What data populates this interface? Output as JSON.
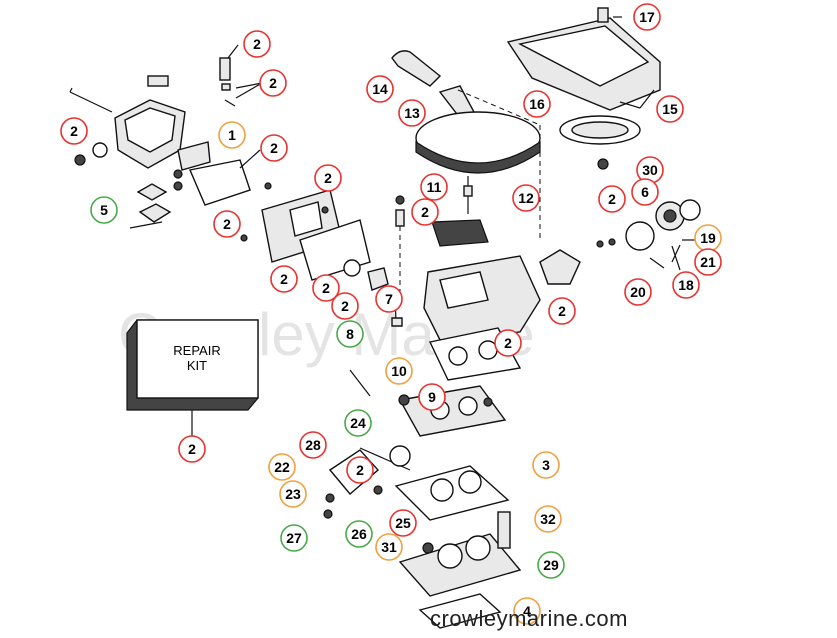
{
  "watermark": "Crowley Marine",
  "site_url": "crowleymarine.com",
  "repair_kit": {
    "line1": "REPAIR",
    "line2": "KIT"
  },
  "ring_colors": {
    "red": "#e8322f",
    "orange": "#f0a040",
    "green": "#4aa84a"
  },
  "callouts": [
    {
      "num": "2",
      "ring": "red"
    },
    {
      "num": "2",
      "ring": "red"
    },
    {
      "num": "2",
      "ring": "red"
    },
    {
      "num": "1",
      "ring": "orange"
    },
    {
      "num": "2",
      "ring": "red"
    },
    {
      "num": "5",
      "ring": "green"
    },
    {
      "num": "2",
      "ring": "red"
    },
    {
      "num": "2",
      "ring": "red"
    },
    {
      "num": "2",
      "ring": "red"
    },
    {
      "num": "2",
      "ring": "red"
    },
    {
      "num": "2",
      "ring": "red"
    },
    {
      "num": "2",
      "ring": "red"
    },
    {
      "num": "14",
      "ring": "red"
    },
    {
      "num": "13",
      "ring": "red"
    },
    {
      "num": "16",
      "ring": "red"
    },
    {
      "num": "15",
      "ring": "red"
    },
    {
      "num": "17",
      "ring": "red"
    },
    {
      "num": "30",
      "ring": "red"
    },
    {
      "num": "11",
      "ring": "red"
    },
    {
      "num": "2",
      "ring": "red"
    },
    {
      "num": "12",
      "ring": "red"
    },
    {
      "num": "2",
      "ring": "red"
    },
    {
      "num": "6",
      "ring": "red"
    },
    {
      "num": "19",
      "ring": "orange"
    },
    {
      "num": "21",
      "ring": "red"
    },
    {
      "num": "20",
      "ring": "red"
    },
    {
      "num": "18",
      "ring": "red"
    },
    {
      "num": "7",
      "ring": "red"
    },
    {
      "num": "2",
      "ring": "red"
    },
    {
      "num": "8",
      "ring": "green"
    },
    {
      "num": "2",
      "ring": "red"
    },
    {
      "num": "10",
      "ring": "orange"
    },
    {
      "num": "9",
      "ring": "red"
    },
    {
      "num": "24",
      "ring": "green"
    },
    {
      "num": "2",
      "ring": "red"
    },
    {
      "num": "28",
      "ring": "red"
    },
    {
      "num": "22",
      "ring": "orange"
    },
    {
      "num": "3",
      "ring": "orange"
    },
    {
      "num": "23",
      "ring": "orange"
    },
    {
      "num": "25",
      "ring": "red"
    },
    {
      "num": "32",
      "ring": "orange"
    },
    {
      "num": "27",
      "ring": "green"
    },
    {
      "num": "26",
      "ring": "green"
    },
    {
      "num": "31",
      "ring": "orange"
    },
    {
      "num": "29",
      "ring": "green"
    },
    {
      "num": "4",
      "ring": "orange"
    }
  ]
}
